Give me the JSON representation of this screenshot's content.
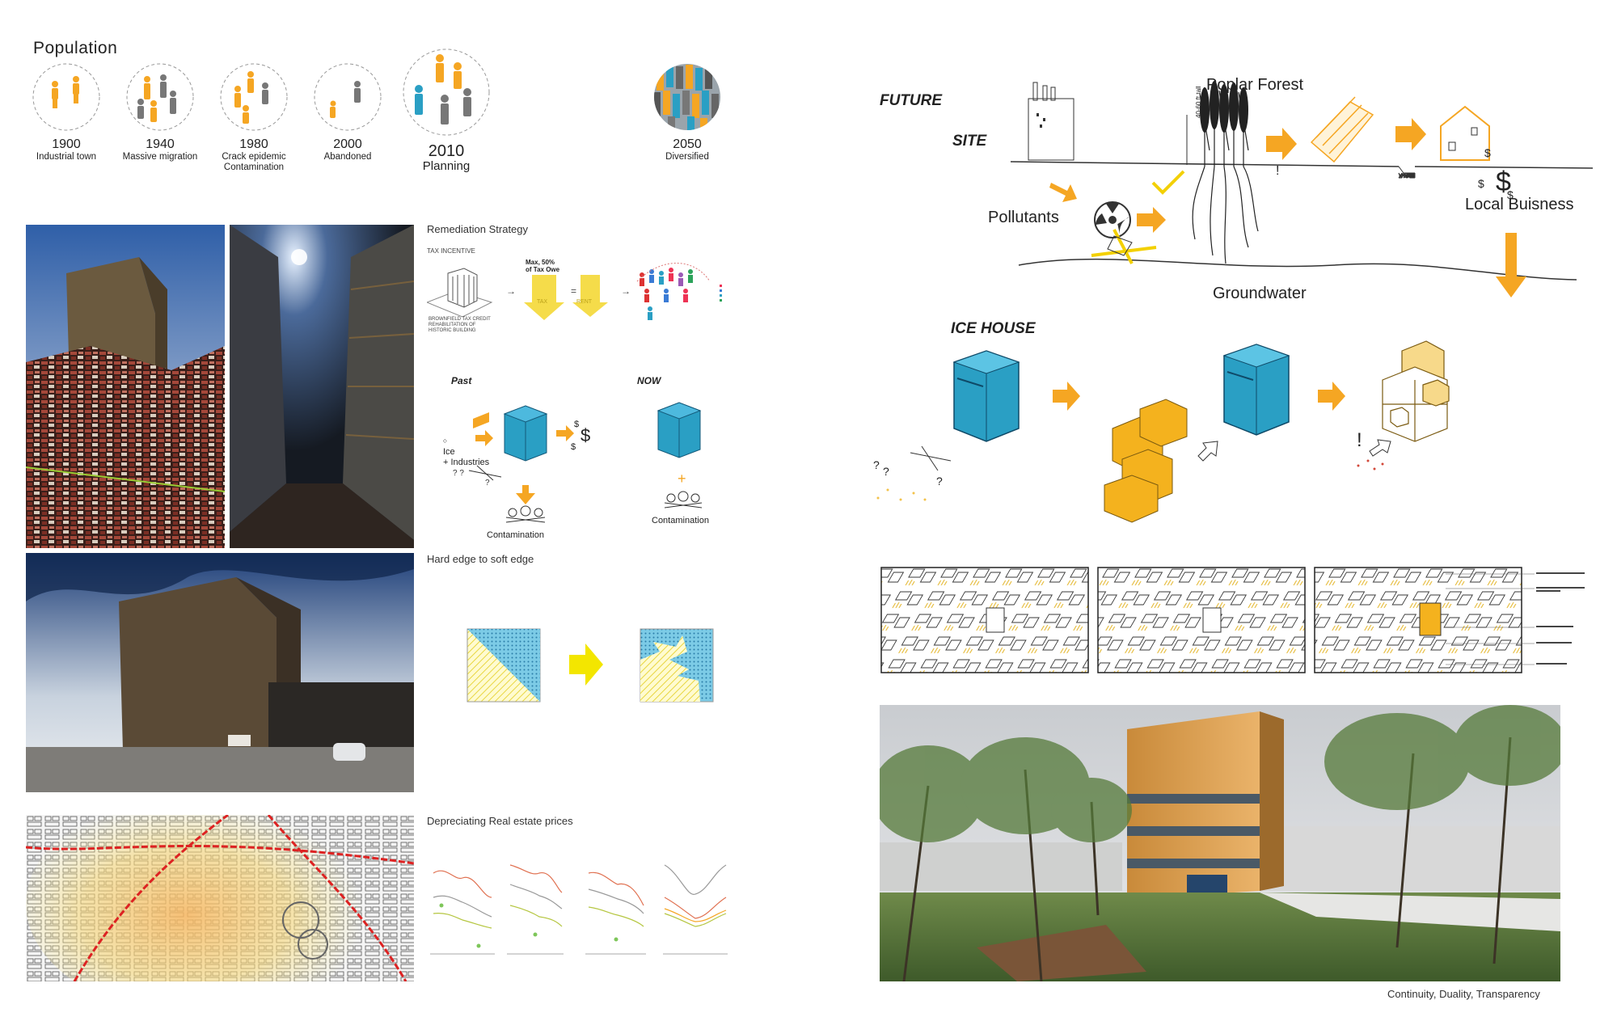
{
  "population": {
    "title": "Population",
    "items": [
      {
        "year": "1900",
        "label": "Industrial town"
      },
      {
        "year": "1940",
        "label": "Massive migration"
      },
      {
        "year": "1980",
        "label": "Crack epidemic",
        "label2": "Contamination"
      },
      {
        "year": "2000",
        "label": "Abandoned"
      },
      {
        "year": "2010",
        "label": "Planning"
      },
      {
        "year": "2050",
        "label": "Diversified"
      }
    ]
  },
  "remediation": {
    "title": "Remediation Strategy",
    "tax_incentive": "TAX INCENTIVE",
    "max_tax": "Max, 50%",
    "tax_owe": "of Tax Owe",
    "tax": "TAX",
    "rent": "RENT",
    "brownfield_lines": [
      "BROWNFIELD TAX CREDIT",
      "REHABILITATION OF",
      "HISTORIC BUILDING"
    ],
    "past": "Past",
    "now": "NOW",
    "ice": "Ice",
    "industries": "+ Industries",
    "contamination": "Contamination",
    "plus": "+"
  },
  "edge": {
    "title": "Hard edge to soft edge"
  },
  "realestate": {
    "title": "Depreciating Real estate prices"
  },
  "future": {
    "future": "FUTURE",
    "site": "SITE",
    "poplar": "Poplar Forest",
    "pollutants": "Pollutants",
    "groundwater": "Groundwater",
    "local": "Local Buisness",
    "height": "40-60 ft tall",
    "icehouse": "ICE HOUSE"
  },
  "render": {
    "caption": "Continuity, Duality, Transparency"
  },
  "colors": {
    "orange": "#f5a623",
    "blue": "#2a9fc4",
    "yellow": "#f3e600"
  }
}
